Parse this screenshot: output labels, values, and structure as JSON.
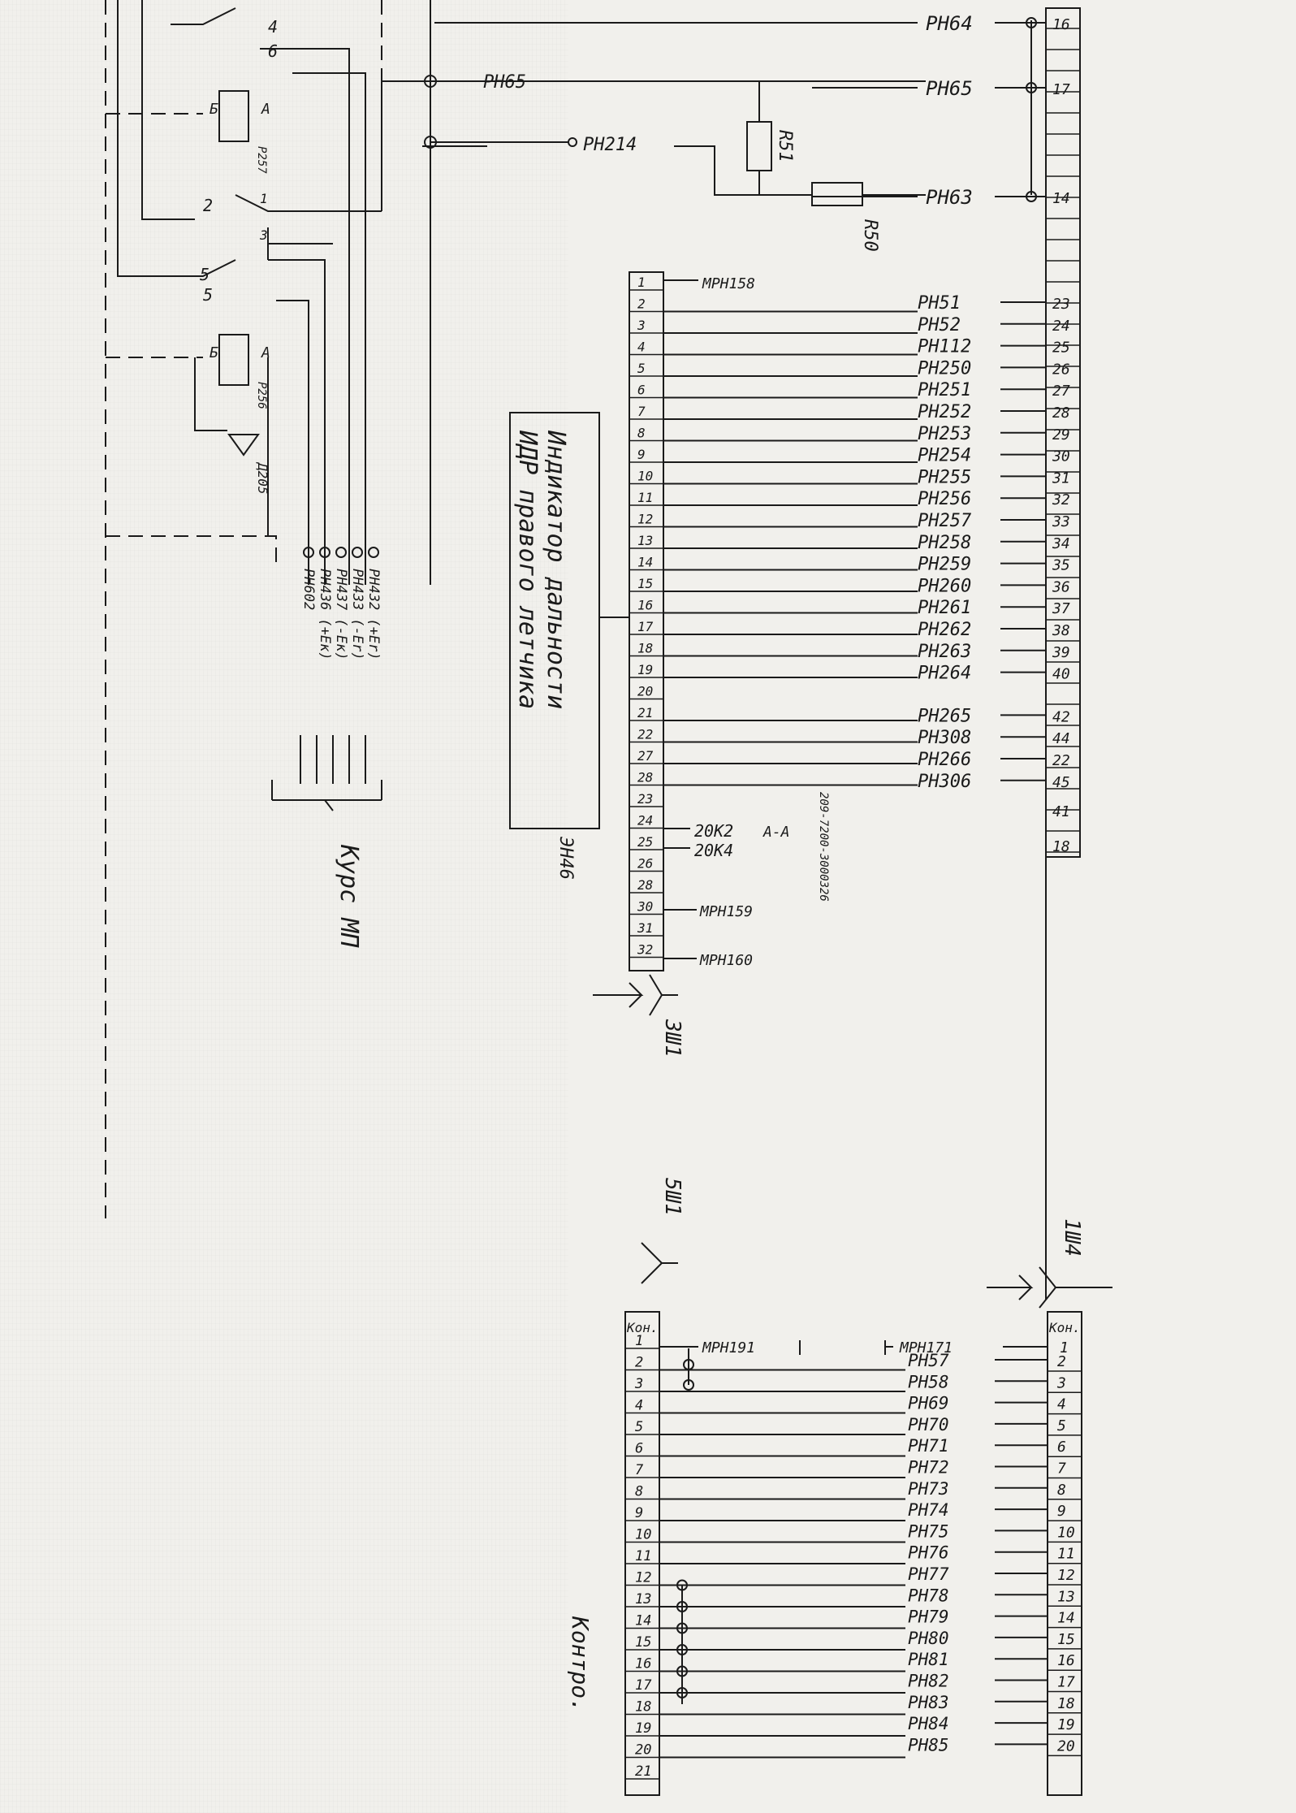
{
  "indicator": {
    "line1": "Индикатор дальности",
    "line2": "ИДР правого летчика",
    "code": "ЭН46"
  },
  "kurs_label": "Курс МП",
  "kontr_label": "Контро.",
  "connectors": {
    "x1": "1Ш4",
    "x3": "3Ш1",
    "x5": "5Ш1"
  },
  "relays": {
    "r1": {
      "name": "Р257",
      "a": "А",
      "b": "Б"
    },
    "r2": {
      "name": "Р256",
      "a": "А",
      "b": "Б"
    }
  },
  "diode": "Д205",
  "resistors": [
    "R51",
    "R50"
  ],
  "contact_numbers": [
    "4",
    "6",
    "2",
    "1",
    "3",
    "5",
    "5",
    "Б",
    "Б"
  ],
  "bus_signals": [
    "РН432 (+Еr)",
    "РН433 (-Еr)",
    "РН437 (-Ек)",
    "РН436 (+Ек)",
    "РН602"
  ],
  "top_wires": [
    {
      "label": "РН64",
      "pin": "16"
    },
    {
      "label": "РН65",
      "pin": "17"
    },
    {
      "label": "РН63",
      "pin": "14"
    }
  ],
  "top_links": [
    "РН65",
    "РН214"
  ],
  "upper_left_pins": [
    "1",
    "2",
    "3",
    "4",
    "5",
    "6",
    "7",
    "8",
    "9",
    "10",
    "11",
    "12",
    "13",
    "14",
    "15",
    "16",
    "17",
    "18",
    "19",
    "20",
    "21",
    "22",
    "27",
    "28",
    "23",
    "24",
    "25",
    "26",
    "28",
    "30",
    "31",
    "32"
  ],
  "upper_rows": [
    {
      "label": "РН51",
      "pin": "23"
    },
    {
      "label": "РН52",
      "pin": "24"
    },
    {
      "label": "РН112",
      "pin": "25"
    },
    {
      "label": "РН250",
      "pin": "26"
    },
    {
      "label": "РН251",
      "pin": "27"
    },
    {
      "label": "РН252",
      "pin": "28"
    },
    {
      "label": "РН253",
      "pin": "29"
    },
    {
      "label": "РН254",
      "pin": "30"
    },
    {
      "label": "РН255",
      "pin": "31"
    },
    {
      "label": "РН256",
      "pin": "32"
    },
    {
      "label": "РН257",
      "pin": "33"
    },
    {
      "label": "РН258",
      "pin": "34"
    },
    {
      "label": "РН259",
      "pin": "35"
    },
    {
      "label": "РН260",
      "pin": "36"
    },
    {
      "label": "РН261",
      "pin": "37"
    },
    {
      "label": "РН262",
      "pin": "38"
    },
    {
      "label": "РН263",
      "pin": "39"
    },
    {
      "label": "РН264",
      "pin": "40"
    },
    {
      "label": "РН265",
      "pin": "42"
    },
    {
      "label": "РН308",
      "pin": "44"
    },
    {
      "label": "РН266",
      "pin": "22"
    },
    {
      "label": "РН306",
      "pin": "45"
    }
  ],
  "upper_extra_pins": [
    "41",
    "18"
  ],
  "upper_misc": {
    "mrn158": "МРН158",
    "mrn159": "МРН159",
    "mrn160": "МРН160",
    "k2": "20К2",
    "k4": "20К4",
    "aa": "А-А",
    "ref": "209-7200-3000326"
  },
  "lower_header": "Кон.",
  "lower_left_pins": [
    "1",
    "2",
    "3",
    "4",
    "5",
    "6",
    "7",
    "8",
    "9",
    "10",
    "11",
    "12",
    "13",
    "14",
    "15",
    "16",
    "17",
    "18",
    "19",
    "20",
    "21"
  ],
  "lower_misc": {
    "mrn191": "МРН191",
    "mrn171": "МРН171"
  },
  "lower_rows": [
    {
      "label": "РН57",
      "pin": "2"
    },
    {
      "label": "РН58",
      "pin": "3"
    },
    {
      "label": "РН69",
      "pin": "4"
    },
    {
      "label": "РН70",
      "pin": "5"
    },
    {
      "label": "РН71",
      "pin": "6"
    },
    {
      "label": "РН72",
      "pin": "7"
    },
    {
      "label": "РН73",
      "pin": "8"
    },
    {
      "label": "РН74",
      "pin": "9"
    },
    {
      "label": "РН75",
      "pin": "10"
    },
    {
      "label": "РН76",
      "pin": "11"
    },
    {
      "label": "РН77",
      "pin": "12"
    },
    {
      "label": "РН78",
      "pin": "13"
    },
    {
      "label": "РН79",
      "pin": "14"
    },
    {
      "label": "РН80",
      "pin": "15"
    },
    {
      "label": "РН81",
      "pin": "16"
    },
    {
      "label": "РН82",
      "pin": "17"
    },
    {
      "label": "РН83",
      "pin": "18"
    },
    {
      "label": "РН84",
      "pin": "19"
    },
    {
      "label": "РН85",
      "pin": "20"
    }
  ],
  "lower_right_first_pin": "1"
}
